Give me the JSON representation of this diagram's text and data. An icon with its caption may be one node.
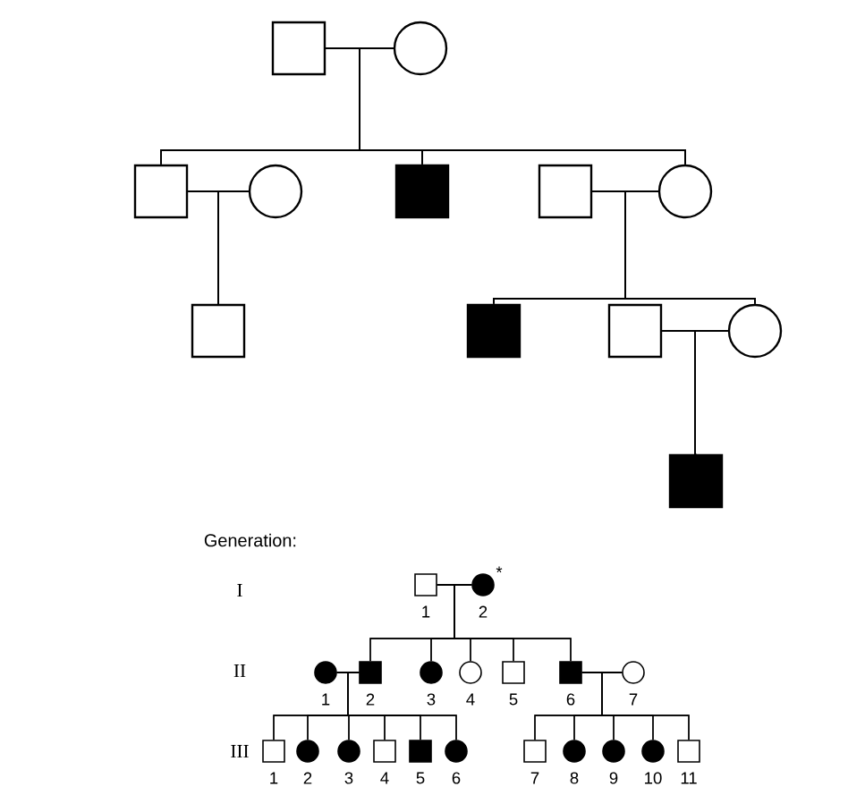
{
  "diagram": {
    "nodes": [
      {
        "text": [],
        "shape": "box"
      },
      {
        "text": [],
        "shape": "circle"
      },
      {
        "text": [],
        "shape": "box"
      },
      {
        "text": [],
        "shape": "circle"
      },
      {
        "text": [],
        "shape": "filled-box"
      },
      {
        "text": [],
        "shape": "box"
      },
      {
        "text": [],
        "shape": "circle"
      },
      {
        "text": [],
        "shape": "box"
      },
      {
        "text": [],
        "shape": "filled-box"
      },
      {
        "text": [],
        "shape": "box"
      },
      {
        "text": [],
        "shape": "circle"
      },
      {
        "text": [],
        "shape": "filled-box"
      },
      {
        "text": [],
        "shape": "box",
        "beside": [
          "1"
        ]
      },
      {
        "text": [],
        "shape": "filled-circle",
        "beside": [
          "2",
          "*"
        ]
      },
      {
        "text": [],
        "shape": "filled-circle",
        "beside": [
          "1"
        ]
      },
      {
        "text": [],
        "shape": "filled-box",
        "beside": [
          "2"
        ]
      },
      {
        "text": [],
        "shape": "filled-circle",
        "beside": [
          "3"
        ]
      },
      {
        "text": [],
        "shape": "circle",
        "beside": [
          "4"
        ]
      },
      {
        "text": [],
        "shape": "box",
        "beside": [
          "5"
        ]
      },
      {
        "text": [],
        "shape": "filled-box",
        "beside": [
          "6"
        ]
      },
      {
        "text": [],
        "shape": "circle",
        "beside": [
          "7"
        ]
      },
      {
        "text": [],
        "shape": "box",
        "beside": [
          "1"
        ]
      },
      {
        "text": [],
        "shape": "filled-circle",
        "beside": [
          "2"
        ]
      },
      {
        "text": [],
        "shape": "filled-circle",
        "beside": [
          "3"
        ]
      },
      {
        "text": [],
        "shape": "box",
        "beside": [
          "4"
        ]
      },
      {
        "text": [],
        "shape": "filled-box",
        "beside": [
          "5"
        ]
      },
      {
        "text": [],
        "shape": "filled-circle",
        "beside": [
          "6"
        ]
      },
      {
        "text": [],
        "shape": "box",
        "beside": [
          "7"
        ]
      },
      {
        "text": [],
        "shape": "filled-circle",
        "beside": [
          "8"
        ]
      },
      {
        "text": [],
        "shape": "filled-circle",
        "beside": [
          "9"
        ]
      },
      {
        "text": [],
        "shape": "filled-circle",
        "beside": [
          "10"
        ]
      },
      {
        "text": [],
        "shape": "box",
        "beside": [
          "11"
        ]
      }
    ],
    "edges": [
      {
        "from": 0,
        "to": 1,
        "arrow": "none"
      },
      {
        "from": 0,
        "to": 2,
        "arrow": "none"
      },
      {
        "from": 1,
        "to": 2,
        "arrow": "none"
      },
      {
        "from": 0,
        "to": 4,
        "arrow": "none"
      },
      {
        "from": 1,
        "to": 4,
        "arrow": "none"
      },
      {
        "from": 0,
        "to": 6,
        "arrow": "none"
      },
      {
        "from": 1,
        "to": 6,
        "arrow": "none"
      },
      {
        "from": 2,
        "to": 3,
        "arrow": "none"
      },
      {
        "from": 2,
        "to": 7,
        "arrow": "none"
      },
      {
        "from": 3,
        "to": 7,
        "arrow": "none"
      },
      {
        "from": 5,
        "to": 6,
        "arrow": "none"
      },
      {
        "from": 5,
        "to": 8,
        "arrow": "none"
      },
      {
        "from": 6,
        "to": 8,
        "arrow": "none"
      },
      {
        "from": 5,
        "to": 10,
        "arrow": "none"
      },
      {
        "from": 6,
        "to": 10,
        "arrow": "none"
      },
      {
        "from": 9,
        "to": 10,
        "arrow": "none"
      },
      {
        "from": 9,
        "to": 11,
        "arrow": "none"
      },
      {
        "from": 10,
        "to": 11,
        "arrow": "none"
      },
      {
        "from": 12,
        "to": 13,
        "arrow": "none"
      },
      {
        "from": 12,
        "to": 15,
        "arrow": "none"
      },
      {
        "from": 13,
        "to": 15,
        "arrow": "none"
      },
      {
        "from": 12,
        "to": 16,
        "arrow": "none"
      },
      {
        "from": 13,
        "to": 16,
        "arrow": "none"
      },
      {
        "from": 12,
        "to": 17,
        "arrow": "none"
      },
      {
        "from": 13,
        "to": 17,
        "arrow": "none"
      },
      {
        "from": 12,
        "to": 18,
        "arrow": "none"
      },
      {
        "from": 13,
        "to": 18,
        "arrow": "none"
      },
      {
        "from": 12,
        "to": 19,
        "arrow": "none"
      },
      {
        "from": 13,
        "to": 19,
        "arrow": "none"
      },
      {
        "from": 14,
        "to": 15,
        "arrow": "none"
      },
      {
        "from": 14,
        "to": 21,
        "arrow": "none"
      },
      {
        "from": 15,
        "to": 21,
        "arrow": "none"
      },
      {
        "from": 14,
        "to": 22,
        "arrow": "none"
      },
      {
        "from": 15,
        "to": 22,
        "arrow": "none"
      },
      {
        "from": 14,
        "to": 23,
        "arrow": "none"
      },
      {
        "from": 15,
        "to": 23,
        "arrow": "none"
      },
      {
        "from": 14,
        "to": 24,
        "arrow": "none"
      },
      {
        "from": 15,
        "to": 24,
        "arrow": "none"
      },
      {
        "from": 14,
        "to": 25,
        "arrow": "none"
      },
      {
        "from": 15,
        "to": 25,
        "arrow": "none"
      },
      {
        "from": 14,
        "to": 26,
        "arrow": "none"
      },
      {
        "from": 15,
        "to": 26,
        "arrow": "none"
      },
      {
        "from": 19,
        "to": 20,
        "arrow": "none"
      },
      {
        "from": 19,
        "to": 27,
        "arrow": "none"
      },
      {
        "from": 20,
        "to": 27,
        "arrow": "none"
      },
      {
        "from": 19,
        "to": 28,
        "arrow": "none"
      },
      {
        "from": 20,
        "to": 28,
        "arrow": "none"
      },
      {
        "from": 19,
        "to": 29,
        "arrow": "none"
      },
      {
        "from": 20,
        "to": 29,
        "arrow": "none"
      },
      {
        "from": 19,
        "to": 30,
        "arrow": "none"
      },
      {
        "from": 20,
        "to": 30,
        "arrow": "none"
      },
      {
        "from": 19,
        "to": 31,
        "arrow": "none"
      },
      {
        "from": 20,
        "to": 31,
        "arrow": "none"
      }
    ],
    "labels": [
      "Generation:",
      "I",
      "II",
      "III"
    ]
  }
}
